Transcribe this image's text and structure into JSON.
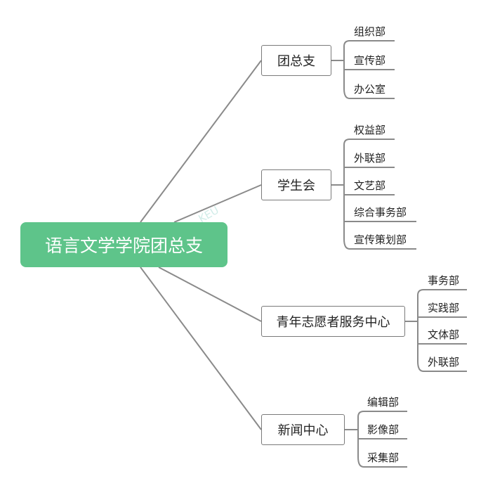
{
  "root": {
    "label": "语言文学学院团总支"
  },
  "branches": [
    {
      "label": "团总支",
      "children": [
        "组织部",
        "宣传部",
        "办公室"
      ]
    },
    {
      "label": "学生会",
      "children": [
        "权益部",
        "外联部",
        "文艺部",
        "综合事务部",
        "宣传策划部"
      ]
    },
    {
      "label": "青年志愿者服务中心",
      "children": [
        "事务部",
        "实践部",
        "文体部",
        "外联部"
      ]
    },
    {
      "label": "新闻中心",
      "children": [
        "编辑部",
        "影像部",
        "采集部"
      ]
    }
  ],
  "watermark": {
    "text": "KEU"
  },
  "colors": {
    "root_fill": "#5ec48a",
    "root_text": "#ffffff",
    "connector": "#8a8a8a",
    "box_border": "#7a7a7a",
    "text": "#222222"
  }
}
